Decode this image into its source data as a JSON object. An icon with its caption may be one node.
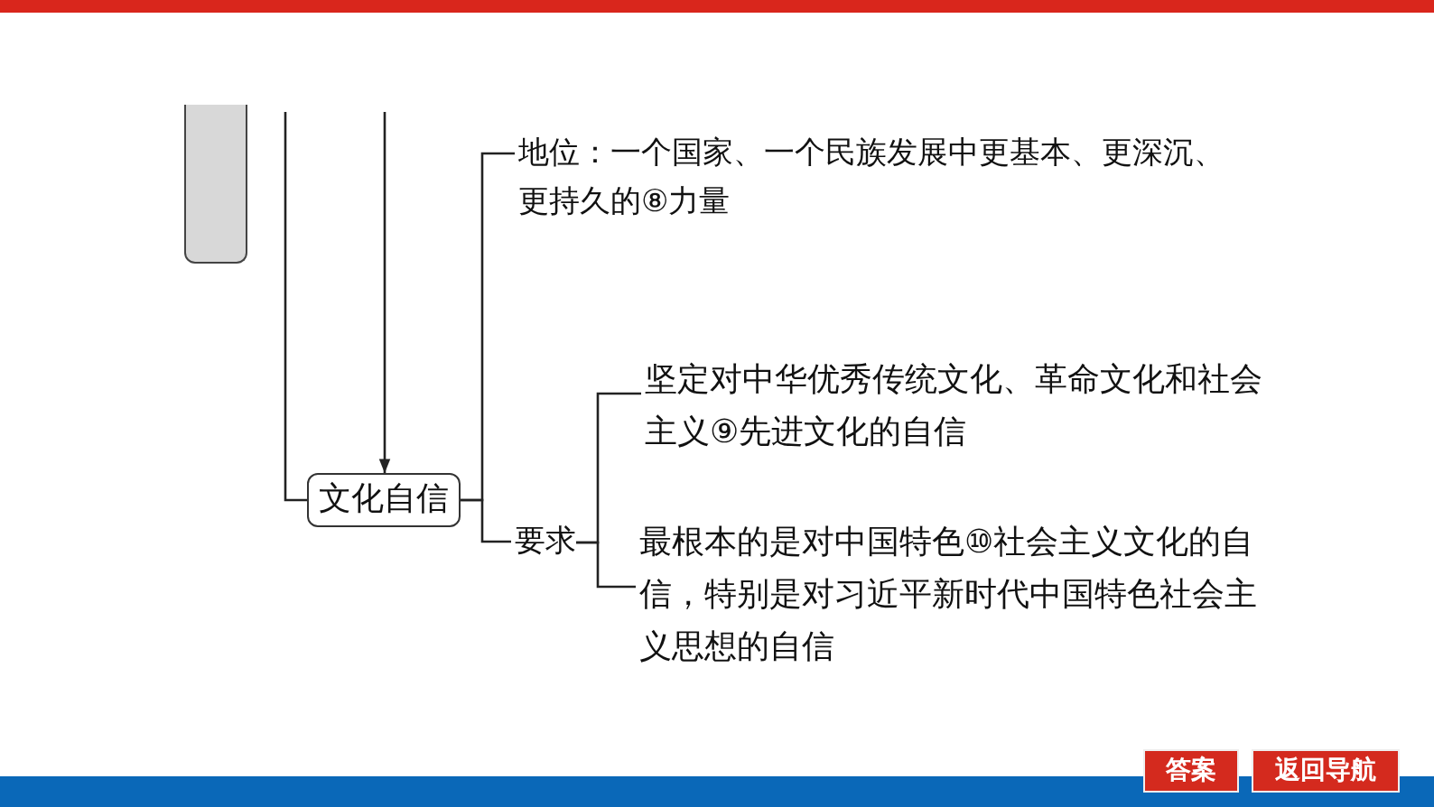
{
  "diagram": {
    "nodes": [
      {
        "text": [],
        "shape": "box"
      },
      {
        "text": [
          "文化自信"
        ]
      },
      {
        "text": [
          "地位：一个国家、一个民族发展中更基本、更深沉、更持久的⑧力量"
        ]
      },
      {
        "text": [
          "要求"
        ]
      },
      {
        "text": [
          "坚定对中华优秀传统文化、革命文化和社会主义⑨先进文化的自信"
        ]
      },
      {
        "text": [
          "最根本的是对中国特色⑩社会主义文化的自信，特别是对习近平新时代中国特色社会主义思想的自信"
        ]
      }
    ],
    "edges": [
      {
        "from": null,
        "to": 1,
        "arrow": "none"
      },
      {
        "from": null,
        "to": 1,
        "arrow": "to"
      },
      {
        "from": 1,
        "to": 2,
        "arrow": "none"
      },
      {
        "from": 1,
        "to": 3,
        "arrow": "none"
      },
      {
        "from": 3,
        "to": 4,
        "arrow": "none"
      },
      {
        "from": 3,
        "to": 5,
        "arrow": "none"
      }
    ],
    "labels": [
      "答案",
      "返回导航"
    ]
  }
}
